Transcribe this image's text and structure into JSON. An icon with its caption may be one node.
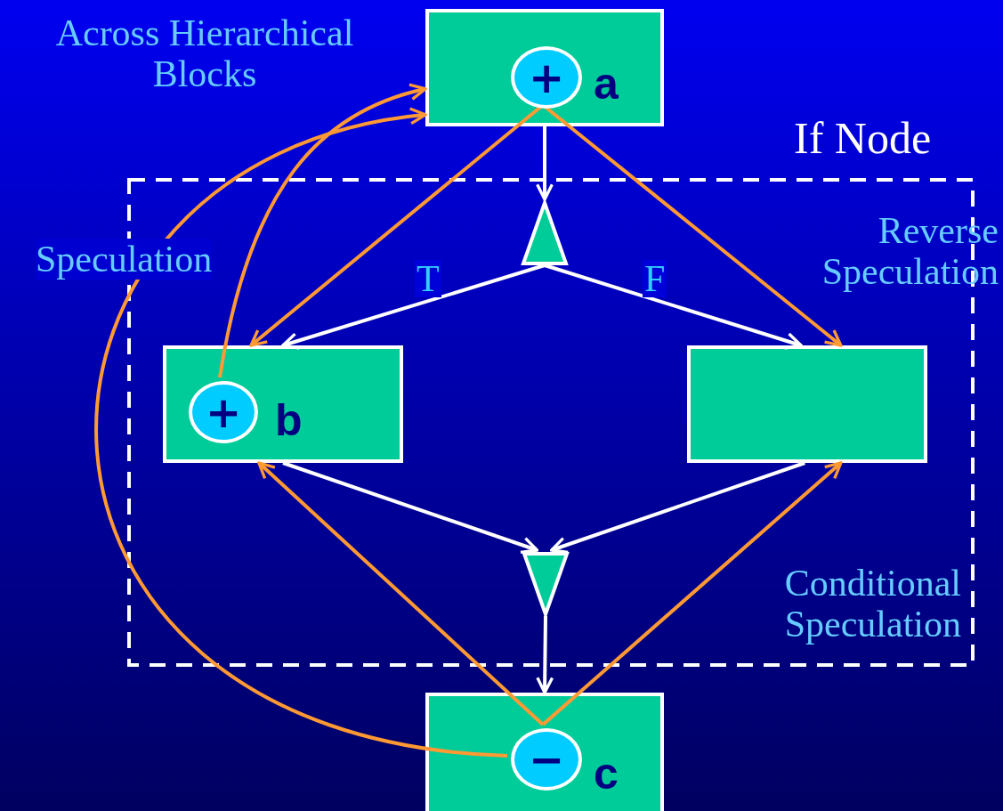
{
  "diagram": {
    "nodes": [
      {
        "text": [
          "a"
        ]
      },
      {
        "text": [
          "+"
        ],
        "in": 0
      },
      {
        "text": [
          "If Node"
        ]
      },
      {
        "text": [],
        "shape": "triangle",
        "in": 2
      },
      {
        "text": [
          "b"
        ],
        "in": 2
      },
      {
        "text": [
          "+"
        ],
        "in": 4
      },
      {
        "text": [],
        "shape": "box",
        "in": 2
      },
      {
        "text": [],
        "shape": "triangle",
        "in": 2
      },
      {
        "text": [
          "c"
        ]
      },
      {
        "text": [
          "−"
        ],
        "in": 8
      }
    ],
    "edges": [
      {
        "from": 0,
        "to": 3,
        "arrow": "to"
      },
      {
        "from": 3,
        "to": 4,
        "arrow": "to",
        "label": "T"
      },
      {
        "from": 3,
        "to": 6,
        "arrow": "to",
        "label": "F"
      },
      {
        "from": 4,
        "to": 7,
        "arrow": "to"
      },
      {
        "from": 6,
        "to": 7,
        "arrow": "to"
      },
      {
        "from": 7,
        "to": 8,
        "arrow": "to"
      },
      {
        "from": 1,
        "to": 4,
        "arrow": "to",
        "color": "#ff9933"
      },
      {
        "from": 1,
        "to": 6,
        "arrow": "to",
        "color": "#ff9933"
      },
      {
        "from": 9,
        "to": 4,
        "arrow": "to",
        "color": "#ff9933"
      },
      {
        "from": 9,
        "to": 6,
        "arrow": "to",
        "color": "#ff9933"
      },
      {
        "from": 5,
        "to": 0,
        "arrow": "to",
        "color": "#ff9933"
      },
      {
        "from": 9,
        "to": 0,
        "arrow": "to",
        "color": "#ff9933"
      }
    ],
    "labels": [
      "Across Hierarchical Blocks",
      "Speculation",
      "Reverse Speculation",
      "Conditional Speculation"
    ]
  }
}
